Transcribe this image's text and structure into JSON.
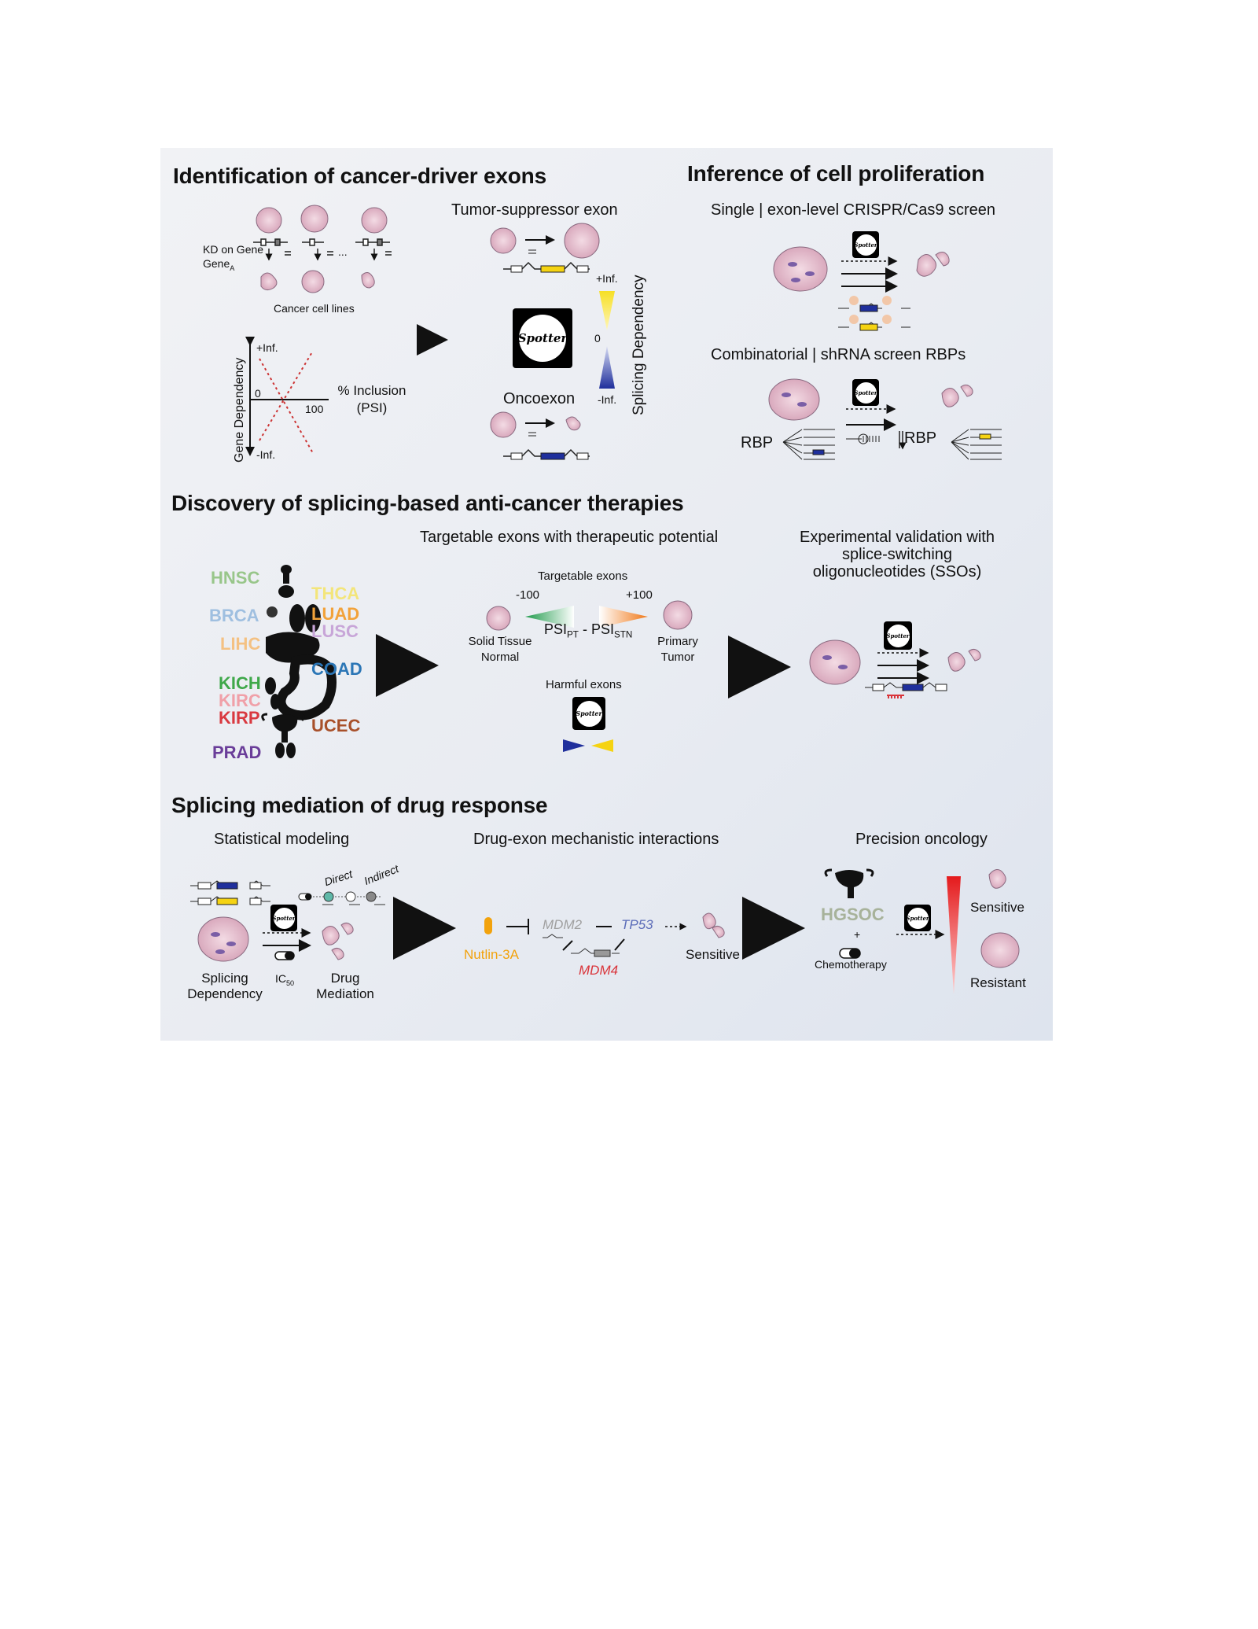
{
  "sections": {
    "cancer_driver": {
      "title": "Identification of cancer-driver exons",
      "kd_label": "KD on Gene",
      "kd_sub": "A",
      "cell_lines": "Cancer cell lines",
      "ellipsis": "...",
      "gene_dep_axis": "Gene Dependency",
      "plus_inf": "+Inf.",
      "minus_inf": "-Inf.",
      "zero": "0",
      "hundred": "100",
      "psi_label_1": "% Inclusion",
      "psi_label_2": "(PSI)",
      "tumor_suppressor": "Tumor-suppressor exon",
      "oncoexon": "Oncoexon",
      "splicing_dep_axis": "Splicing Dependency",
      "logo_text": "Spotter"
    },
    "proliferation": {
      "title": "Inference of cell proliferation",
      "single_screen": "Single | exon-level CRISPR/Cas9 screen",
      "combinatorial": "Combinatorial | shRNA screen RBPs",
      "rbp_left": "RBP",
      "rbp_right": "RBP"
    },
    "therapies": {
      "title": "Discovery of splicing-based anti-cancer therapies",
      "targetable_header": "Targetable exons with therapeutic potential",
      "targetable_exons": "Targetable exons",
      "minus100": "-100",
      "plus100": "+100",
      "psi_formula": "PSI",
      "psi_pt": "PT",
      "psi_minus": " - PSI",
      "psi_stn": "STN",
      "solid_tissue_1": "Solid Tissue",
      "solid_tissue_2": "Normal",
      "primary_1": "Primary",
      "primary_2": "Tumor",
      "harmful": "Harmful exons",
      "validation_1": "Experimental validation with",
      "validation_2": "splice-switching",
      "validation_3": "oligonucleotides (SSOs)",
      "cancer_types": [
        {
          "name": "HNSC",
          "color": "#98c68a"
        },
        {
          "name": "THCA",
          "color": "#f3e57a"
        },
        {
          "name": "BRCA",
          "color": "#9fbfe0"
        },
        {
          "name": "LUAD",
          "color": "#f2a23a"
        },
        {
          "name": "LUSC",
          "color": "#c8a6d8"
        },
        {
          "name": "LIHC",
          "color": "#f4c183"
        },
        {
          "name": "COAD",
          "color": "#2b76b6"
        },
        {
          "name": "KICH",
          "color": "#3fa84a"
        },
        {
          "name": "KIRC",
          "color": "#f0a0a8"
        },
        {
          "name": "KIRP",
          "color": "#d93940"
        },
        {
          "name": "UCEC",
          "color": "#a8502a"
        },
        {
          "name": "PRAD",
          "color": "#6a3d99"
        }
      ]
    },
    "drug": {
      "title": "Splicing mediation of drug response",
      "statistical": "Statistical modeling",
      "mechanistic": "Drug-exon mechanistic interactions",
      "precision": "Precision oncology",
      "direct": "Direct",
      "indirect": "Indirect",
      "splicing_dep_1": "Splicing",
      "splicing_dep_2": "Dependency",
      "ic50": "IC",
      "ic50_sub": "50",
      "drug_med_1": "Drug",
      "drug_med_2": "Mediation",
      "nutlin": "Nutlin-3A",
      "mdm2": "MDM2",
      "mdm4": "MDM4",
      "tp53": "TP53",
      "sensitive_mid": "Sensitive",
      "hgsoc": "HGSOC",
      "plus": "+",
      "chemo": "Chemotherapy",
      "sensitive": "Sensitive",
      "resistant": "Resistant"
    }
  },
  "colors": {
    "tumor_suppressor_exon": "#f5d312",
    "oncoexon": "#1f2f9c",
    "gradient_green": "#1e9a4a",
    "gradient_orange": "#f08020",
    "nutlin": "#f2a20c",
    "mdm2": "#a0a0a0",
    "mdm4": "#d9343a",
    "tp53": "#5b6cb8",
    "hgsoc": "#a7b29a",
    "triangle_red": "#e41a1c",
    "cell_fill": "#e8c8d4",
    "cell_nucleus": "#7a5ea6"
  }
}
